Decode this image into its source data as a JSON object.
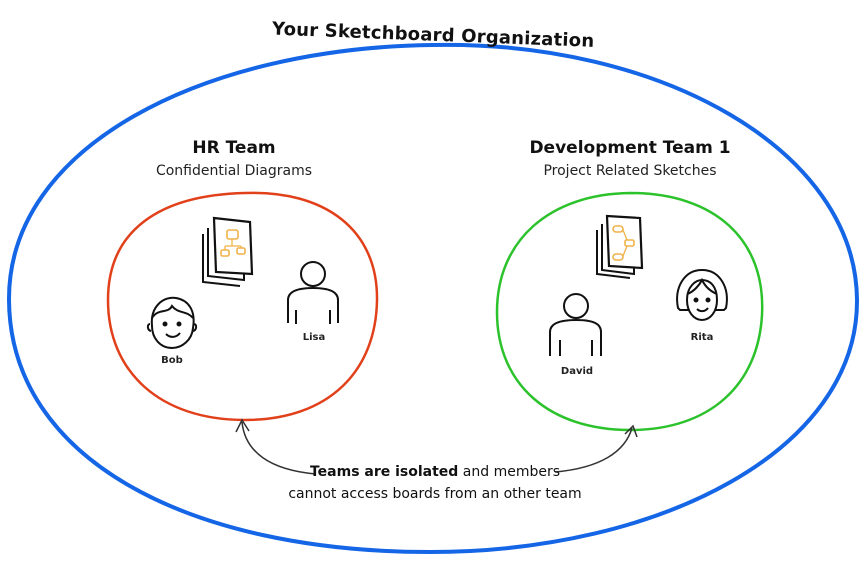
{
  "organization": {
    "title": "Your Sketchboard Organization",
    "color": "#1566e6"
  },
  "teams": [
    {
      "title": "HR Team",
      "subtitle": "Confidential Diagrams",
      "color": "#e1401a",
      "members": [
        "Bob",
        "Lisa"
      ]
    },
    {
      "title": "Development Team 1",
      "subtitle": "Project Related Sketches",
      "color": "#2cc22c",
      "members": [
        "David",
        "Rita"
      ]
    }
  ],
  "caption": {
    "bold": "Teams are isolated",
    "rest_line1": " and members",
    "line2": "cannot access boards from an other team"
  },
  "icon_color": "#f0b24a"
}
